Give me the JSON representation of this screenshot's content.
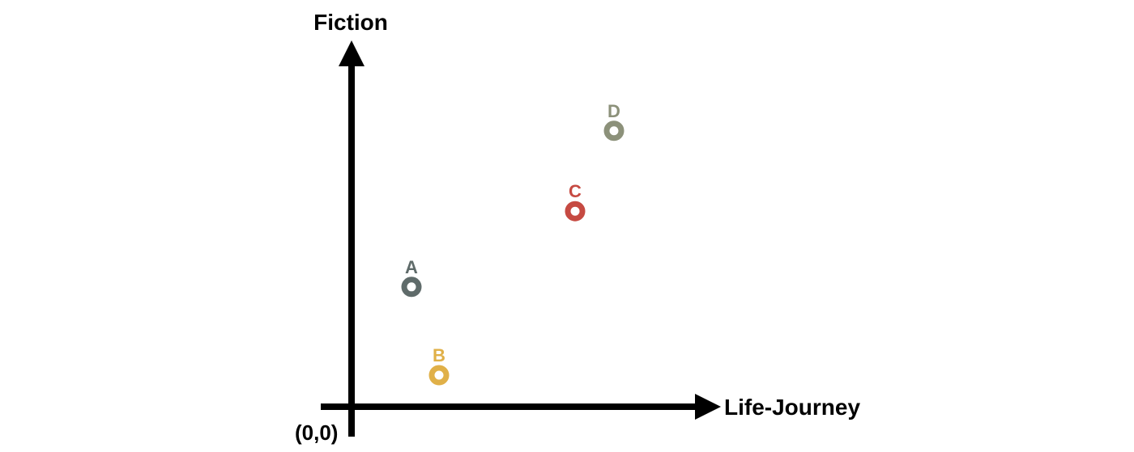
{
  "chart_data": {
    "type": "scatter",
    "title": "",
    "xlabel": "Life-Journey",
    "ylabel": "Fiction",
    "origin_label": "(0,0)",
    "xlim": [
      0,
      10
    ],
    "ylim": [
      0,
      10
    ],
    "grid": false,
    "legend": "none",
    "points": [
      {
        "label": "A",
        "x": 1.85,
        "y": 3.8,
        "color": "#5f6b6a"
      },
      {
        "label": "B",
        "x": 2.7,
        "y": 1.0,
        "color": "#e0b048"
      },
      {
        "label": "C",
        "x": 6.9,
        "y": 6.2,
        "color": "#c64a42"
      },
      {
        "label": "D",
        "x": 8.1,
        "y": 8.75,
        "color": "#8c917a"
      }
    ]
  }
}
